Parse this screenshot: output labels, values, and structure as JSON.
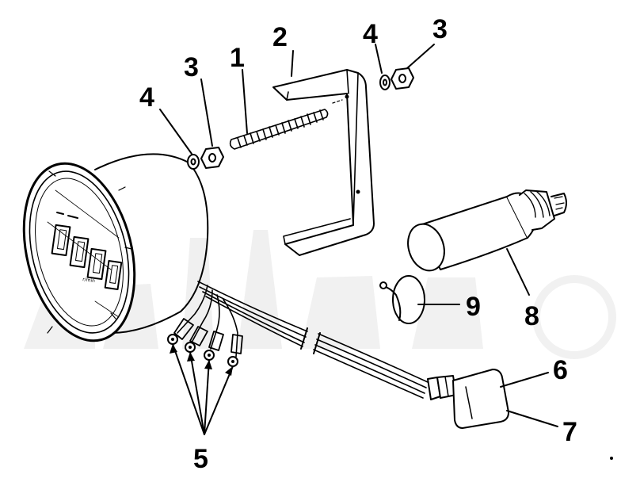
{
  "diagram": {
    "callouts": {
      "c1": "1",
      "c2": "2",
      "c3a": "3",
      "c3b": "3",
      "c4a": "4",
      "c4b": "4",
      "c5": "5",
      "c6": "6",
      "c7": "7",
      "c8": "8",
      "c9": "9"
    },
    "gauge_face_text": "r/min"
  }
}
